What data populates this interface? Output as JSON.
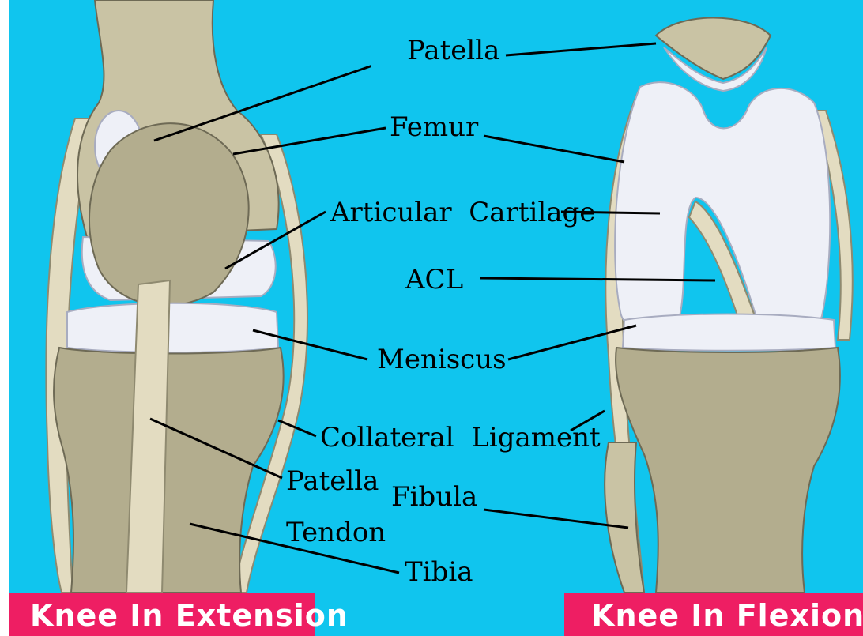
{
  "labels": {
    "patella_left": "Patella",
    "femur": "Femur",
    "articular_cartilage": "Articular  Cartilage",
    "acl": "ACL",
    "meniscus": "Meniscus",
    "collateral_ligament": "Collateral  Ligament",
    "patella_tendon_line1": "Patella",
    "patella_tendon_line2": "Tendon",
    "fibula": "Fibula",
    "tibia": "Tibia"
  },
  "captions": {
    "extension": "Knee In Extension",
    "flexion": "Knee In Flexion"
  },
  "colors": {
    "background": "#10c5ee",
    "caption_band": "#ee1e63",
    "bone": "#b3ad8e",
    "cartilage": "#eef0f7"
  }
}
